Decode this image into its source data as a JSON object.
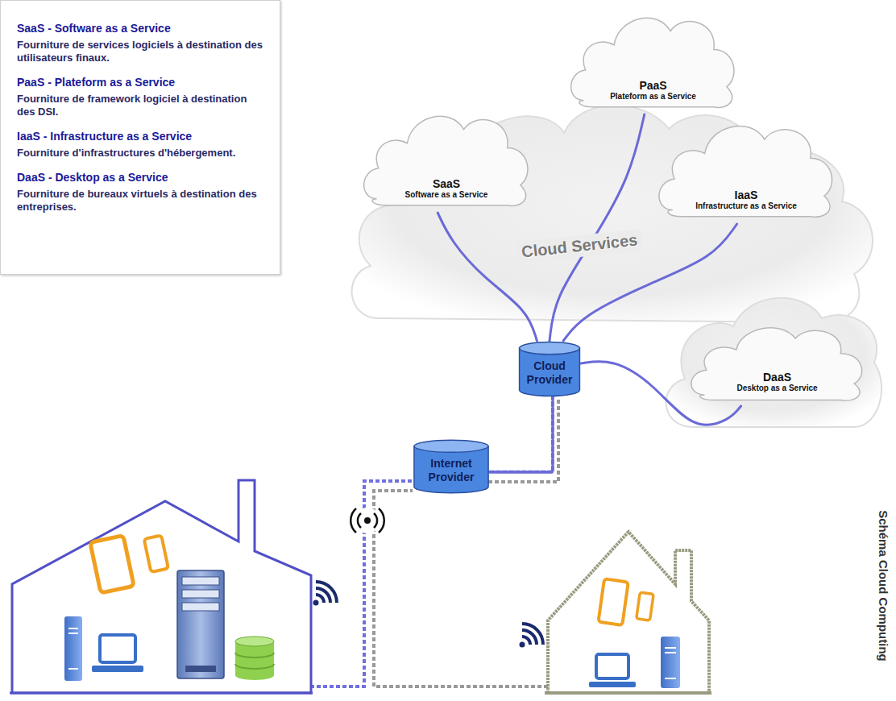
{
  "diagram": {
    "title": "Schéma Cloud Computing",
    "nodes": [
      {
        "text": [
          "SaaS - Software as a Service",
          "Fourniture de services logiciels à destination des utilisateurs finaux.",
          "PaaS - Plateform as a Service",
          "Fourniture de framework logiciel à destination des DSI.",
          "IaaS - Infrastructure as a Service",
          "Fourniture d'infrastructures d'hébergement.",
          "DaaS - Desktop as a Service",
          "Fourniture de bureaux virtuels à destination des entreprises."
        ]
      },
      {
        "text": [
          "PaaS",
          "Plateform as a Service"
        ]
      },
      {
        "text": [
          "SaaS",
          "Software as a Service"
        ]
      },
      {
        "text": [
          "Cloud Services"
        ]
      },
      {
        "text": [
          "IaaS",
          "Infrastructure as a Service"
        ]
      },
      {
        "text": [
          "Cloud Provider"
        ]
      },
      {
        "text": [
          "DaaS",
          "Desktop as a Service"
        ]
      },
      {
        "text": [
          "Internet Provider"
        ]
      }
    ],
    "edges": [
      {
        "from": 5,
        "to": 2,
        "arrow": "none"
      },
      {
        "from": 5,
        "to": 1,
        "arrow": "none"
      },
      {
        "from": 5,
        "to": 4,
        "arrow": "none"
      },
      {
        "from": 5,
        "to": 6,
        "arrow": "none"
      },
      {
        "from": 7,
        "to": 5,
        "arrow": "none"
      }
    ]
  }
}
